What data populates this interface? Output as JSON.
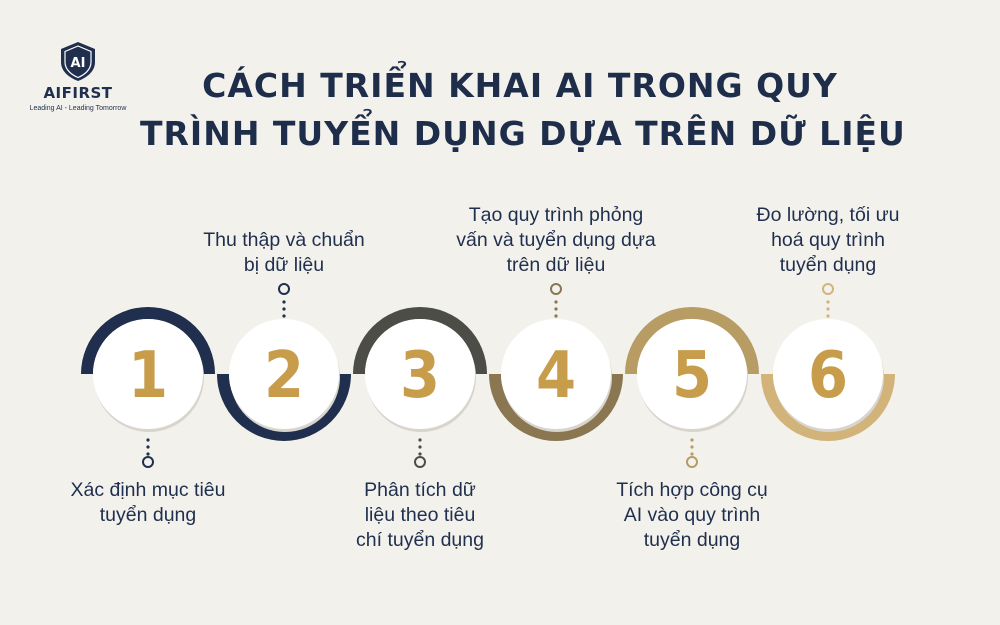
{
  "brand": {
    "name": "AIFIRST",
    "emblem_text": "AI",
    "tagline": "Leading AI - Leading Tomorrow"
  },
  "title": {
    "line1": "CÁCH TRIỂN KHAI AI TRONG QUY",
    "line2": "TRÌNH TUYỂN DỤNG DỰA TRÊN DỮ LIỆU"
  },
  "colors": {
    "navy": "#1f2f4d",
    "dark_gray": "#4d4d47",
    "gold": "#b79c64",
    "number_gold": "#c79c4a",
    "background": "#f3f1ec"
  },
  "steps": [
    {
      "number": "1",
      "label_lines": [
        "Xác định mục tiêu",
        "tuyển dụng"
      ],
      "label_position": "below",
      "arc": "top",
      "color": "#1f2f4d"
    },
    {
      "number": "2",
      "label_lines": [
        "Thu thập và chuẩn",
        "bị dữ liệu"
      ],
      "label_position": "above",
      "arc": "bottom",
      "color": "#1f2f4d"
    },
    {
      "number": "3",
      "label_lines": [
        "Phân tích dữ",
        "liệu theo tiêu",
        "chí tuyển dụng"
      ],
      "label_position": "below",
      "arc": "top",
      "color": "#4d4d47"
    },
    {
      "number": "4",
      "label_lines": [
        "Tạo quy trình phỏng",
        "vấn và tuyển dụng dựa",
        "trên dữ liệu"
      ],
      "label_position": "above",
      "arc": "bottom",
      "color": "#8a7651"
    },
    {
      "number": "5",
      "label_lines": [
        "Tích hợp công cụ",
        "AI vào quy trình",
        "tuyển dụng"
      ],
      "label_position": "below",
      "arc": "top",
      "color": "#b79c64"
    },
    {
      "number": "6",
      "label_lines": [
        "Đo lường, tối ưu",
        "hoá quy trình",
        "tuyển dụng"
      ],
      "label_position": "above",
      "arc": "bottom",
      "color": "#d2b47a"
    }
  ]
}
